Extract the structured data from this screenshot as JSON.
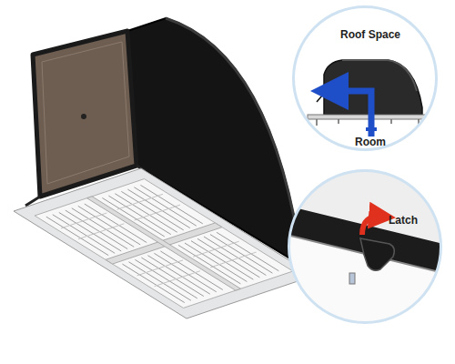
{
  "diagram": {
    "nodes": [
      {
        "text": [
          "Roof Space",
          "Room"
        ]
      },
      {
        "text": [
          "Latch"
        ]
      }
    ]
  }
}
